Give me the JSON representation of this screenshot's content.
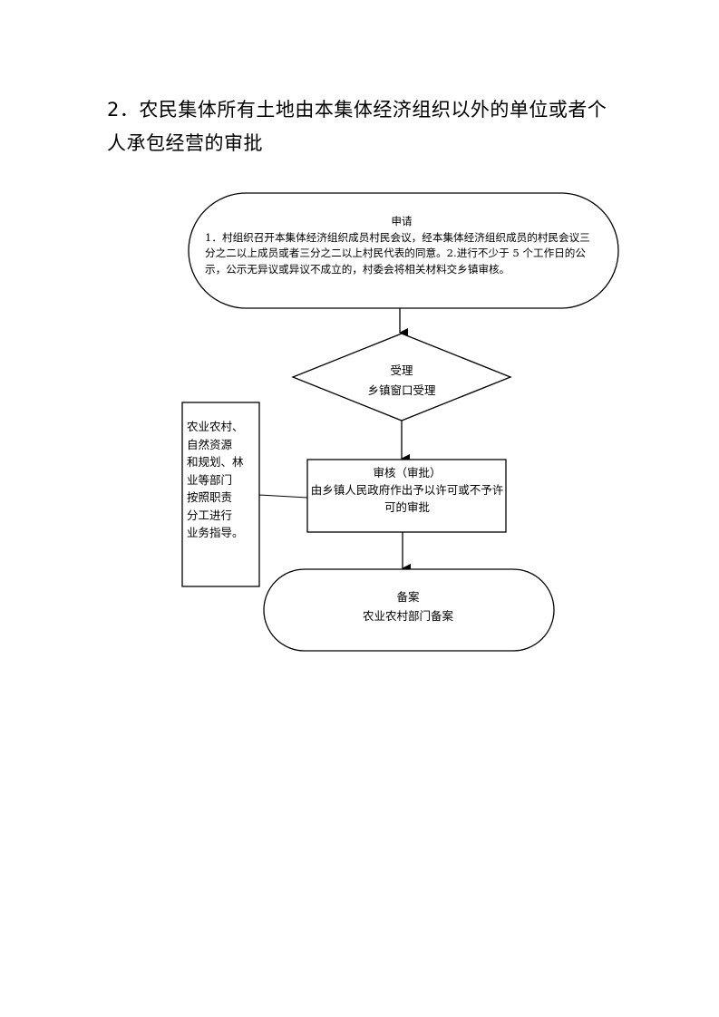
{
  "heading": {
    "line1": "2．农民集体所有土地由本集体经济组织以外的单位或者个",
    "line2": "人承包经营的审批"
  },
  "flowchart": {
    "apply": {
      "title": "申请",
      "body": "1．村组织召开本集体经济组织成员村民会议，经本集体经济组织成员的村民会议三分之二以上成员或者三分之二以上村民代表的同意。2.进行不少于 5 个工作日的公示，公示无异议或异议不成立的，村委会将相关材料交乡镇审核。"
    },
    "accept": {
      "title": "受理",
      "body": "乡镇窗口受理"
    },
    "review": {
      "title": "审核（审批）",
      "body": "由乡镇人民政府作出予以许可或不予许可的审批"
    },
    "file": {
      "title": "备案",
      "body": "农业农村部门备案"
    },
    "side_note": {
      "lines": [
        "农业农村、",
        "自然资源",
        "和规划、林",
        "业等部门",
        "按照职责",
        "分工进行",
        "业务指导。"
      ]
    }
  }
}
